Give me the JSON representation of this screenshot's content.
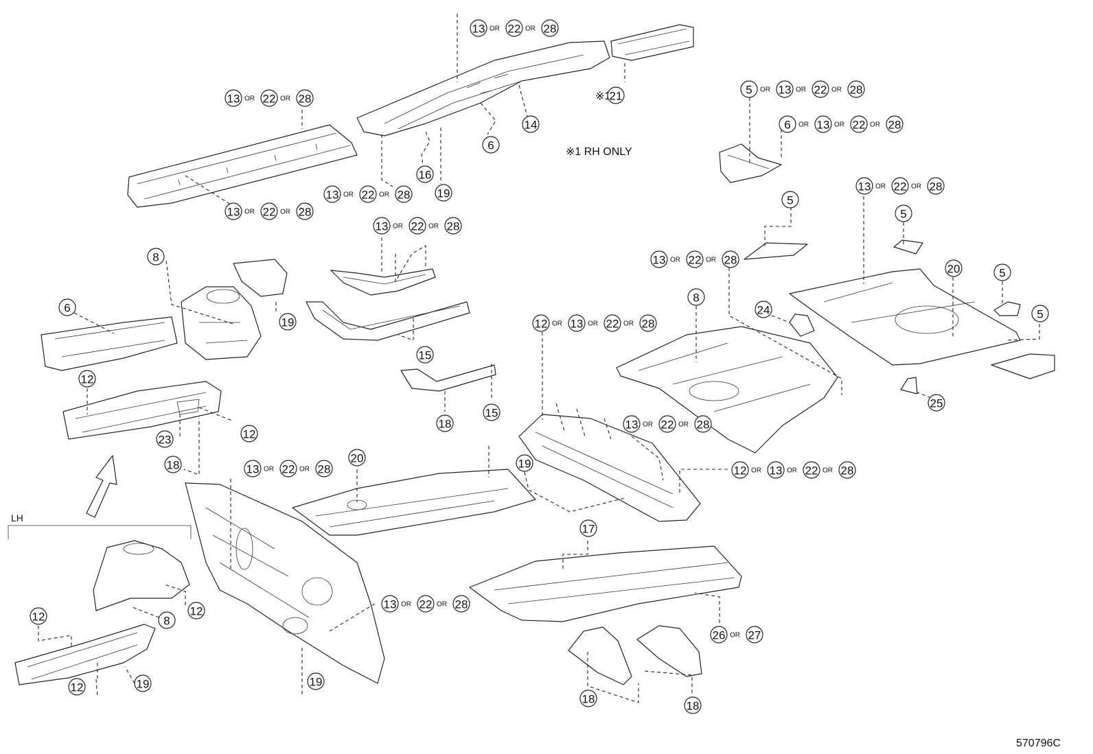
{
  "diagram": {
    "code": "570796C",
    "rh_note": "※1 RH ONLY",
    "rh_marker": "※1",
    "lh_label": "LH",
    "or_word": "OR",
    "callouts": [
      {
        "id": "c-top-center",
        "parts": [
          "13",
          "22",
          "28"
        ]
      },
      {
        "id": "c-21",
        "prefix": "※1",
        "parts": [
          "21"
        ]
      },
      {
        "id": "c-left-rail-top",
        "parts": [
          "13",
          "22",
          "28"
        ]
      },
      {
        "id": "c-14",
        "parts": [
          "14"
        ]
      },
      {
        "id": "c-6-a",
        "parts": [
          "6"
        ]
      },
      {
        "id": "c-16",
        "parts": [
          "16"
        ]
      },
      {
        "id": "c-19-a",
        "parts": [
          "19"
        ]
      },
      {
        "id": "c-mid-rail",
        "parts": [
          "13",
          "22",
          "28"
        ]
      },
      {
        "id": "c-left-rail-bot",
        "parts": [
          "13",
          "22",
          "28"
        ]
      },
      {
        "id": "c-right-a",
        "parts": [
          "5",
          "13",
          "22",
          "28"
        ]
      },
      {
        "id": "c-right-b",
        "parts": [
          "6",
          "13",
          "22",
          "28"
        ]
      },
      {
        "id": "c-5-a",
        "parts": [
          "5"
        ]
      },
      {
        "id": "c-rear-floor",
        "parts": [
          "13",
          "22",
          "28"
        ]
      },
      {
        "id": "c-5-b",
        "parts": [
          "5"
        ]
      },
      {
        "id": "c-sill-top",
        "parts": [
          "13",
          "22",
          "28"
        ]
      },
      {
        "id": "c-mid-floor",
        "parts": [
          "13",
          "22",
          "28"
        ]
      },
      {
        "id": "c-8-a",
        "parts": [
          "8"
        ]
      },
      {
        "id": "c-24",
        "parts": [
          "24"
        ]
      },
      {
        "id": "c-20-a",
        "parts": [
          "20"
        ]
      },
      {
        "id": "c-5-c",
        "parts": [
          "5"
        ]
      },
      {
        "id": "c-5-d",
        "parts": [
          "5"
        ]
      },
      {
        "id": "c-25",
        "parts": [
          "25"
        ]
      },
      {
        "id": "c-8-b",
        "parts": [
          "8"
        ]
      },
      {
        "id": "c-19-b",
        "parts": [
          "19"
        ]
      },
      {
        "id": "c-6-b",
        "parts": [
          "6"
        ]
      },
      {
        "id": "c-15-a",
        "parts": [
          "15"
        ]
      },
      {
        "id": "c-12-a",
        "parts": [
          "12"
        ]
      },
      {
        "id": "c-12-b",
        "parts": [
          "12"
        ]
      },
      {
        "id": "c-23",
        "parts": [
          "23"
        ]
      },
      {
        "id": "c-18-a",
        "parts": [
          "18"
        ]
      },
      {
        "id": "c-18-b",
        "parts": [
          "18"
        ]
      },
      {
        "id": "c-15-b",
        "parts": [
          "15"
        ]
      },
      {
        "id": "c-cross",
        "parts": [
          "12",
          "13",
          "22",
          "28"
        ]
      },
      {
        "id": "c-cross-right",
        "parts": [
          "13",
          "22",
          "28"
        ]
      },
      {
        "id": "c-rocker",
        "parts": [
          "12",
          "13",
          "22",
          "28"
        ]
      },
      {
        "id": "c-19-c",
        "parts": [
          "19"
        ]
      },
      {
        "id": "c-20-b",
        "parts": [
          "20"
        ]
      },
      {
        "id": "c-dash",
        "parts": [
          "13",
          "22",
          "28"
        ]
      },
      {
        "id": "c-17",
        "parts": [
          "17"
        ]
      },
      {
        "id": "c-dash-low",
        "parts": [
          "13",
          "22",
          "28"
        ]
      },
      {
        "id": "c-26-27",
        "parts": [
          "26",
          "27"
        ]
      },
      {
        "id": "c-18-c",
        "parts": [
          "18"
        ]
      },
      {
        "id": "c-18-d",
        "parts": [
          "18"
        ]
      },
      {
        "id": "c-12-c",
        "parts": [
          "12"
        ]
      },
      {
        "id": "c-8-c",
        "parts": [
          "8"
        ]
      },
      {
        "id": "c-12-d",
        "parts": [
          "12"
        ]
      },
      {
        "id": "c-12-e",
        "parts": [
          "12"
        ]
      },
      {
        "id": "c-19-d",
        "parts": [
          "19"
        ]
      },
      {
        "id": "c-19-e",
        "parts": [
          "19"
        ]
      }
    ]
  }
}
